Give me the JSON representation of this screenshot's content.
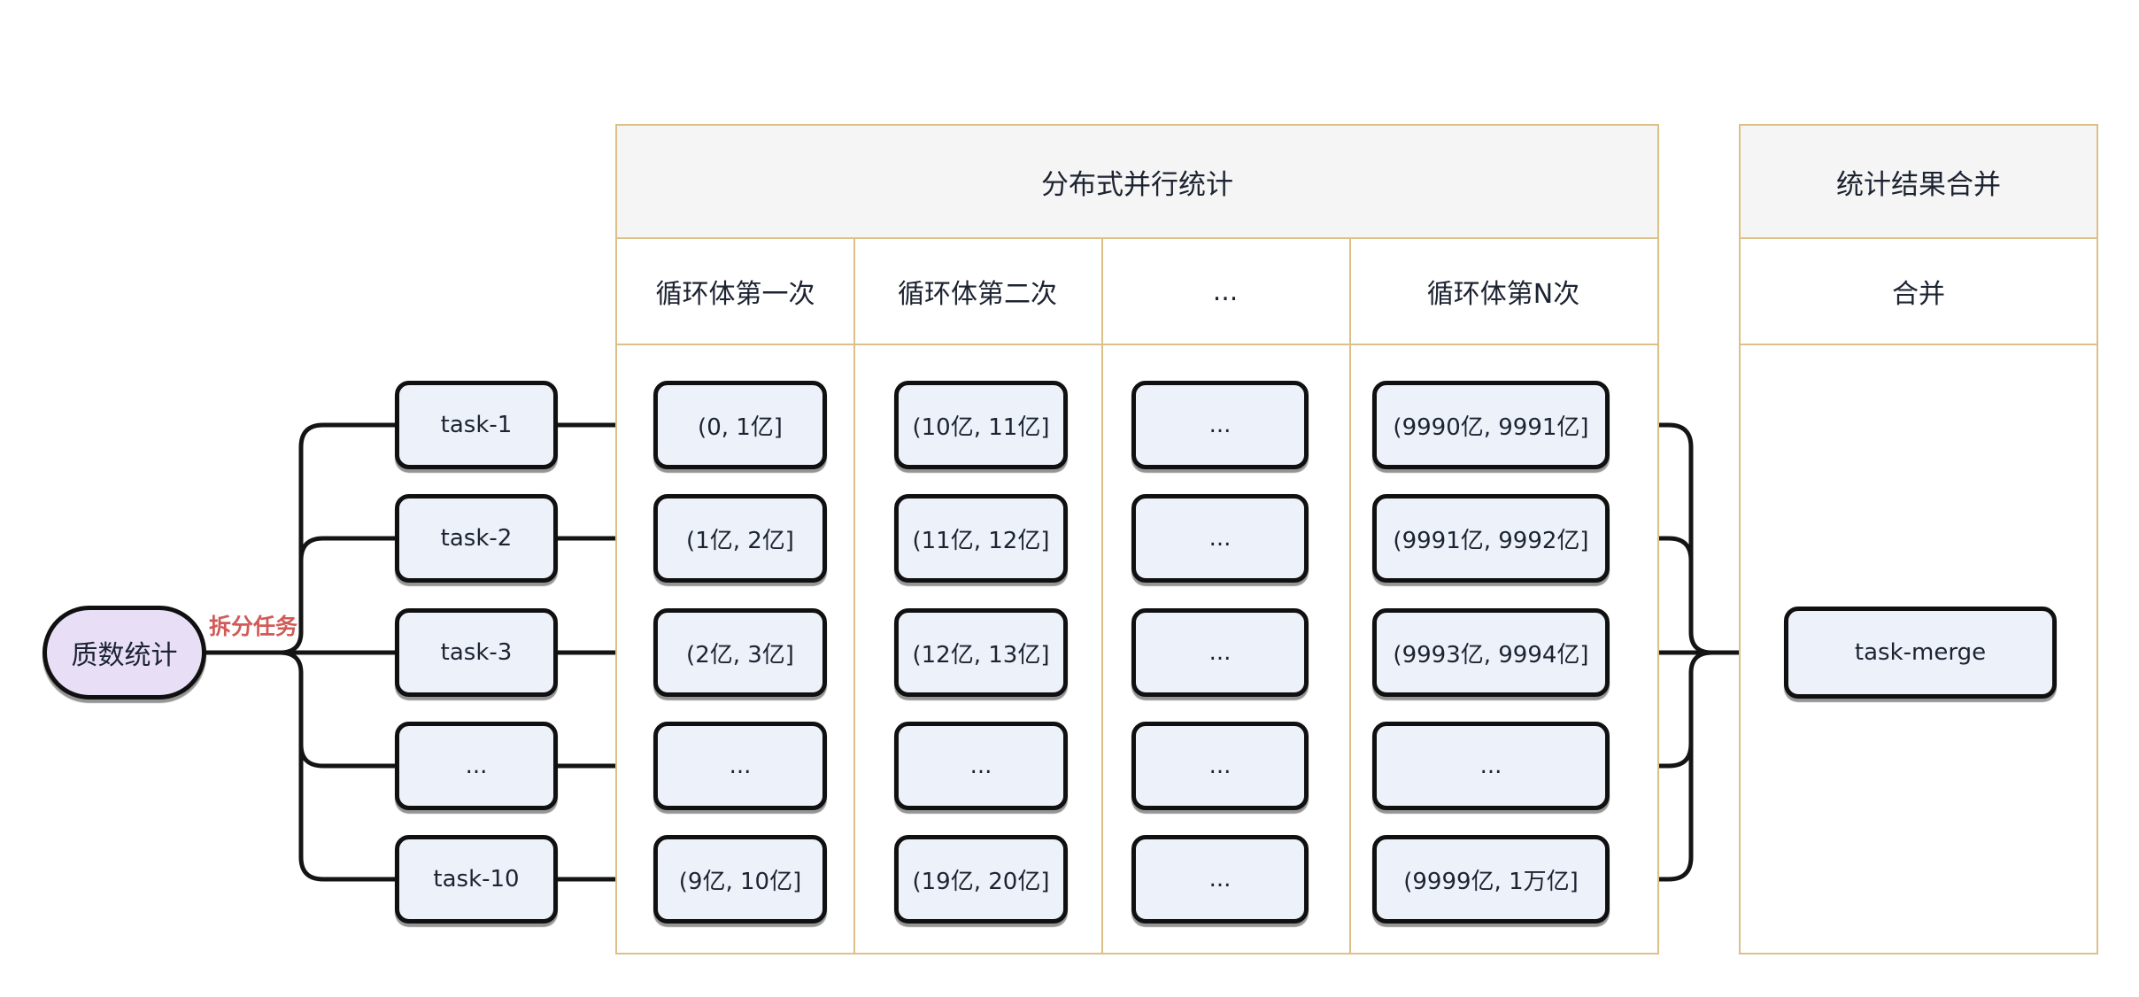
{
  "source_node": {
    "label": "质数统计"
  },
  "split_edge_label": "拆分任务",
  "panel_parallel": {
    "title": "分布式并行统计",
    "columns": [
      "循环体第一次",
      "循环体第二次",
      "...",
      "循环体第N次"
    ]
  },
  "panel_merge": {
    "title": "统计结果合并",
    "columns": [
      "合并"
    ]
  },
  "grid": {
    "rows": [
      {
        "task": "task-1",
        "cells": [
          "(0, 1亿]",
          "(10亿, 11亿]",
          "...",
          "(9990亿, 9991亿]"
        ]
      },
      {
        "task": "task-2",
        "cells": [
          "(1亿, 2亿]",
          "(11亿, 12亿]",
          "...",
          "(9991亿, 9992亿]"
        ]
      },
      {
        "task": "task-3",
        "cells": [
          "(2亿, 3亿]",
          "(12亿, 13亿]",
          "...",
          "(9993亿, 9994亿]"
        ]
      },
      {
        "task": "...",
        "cells": [
          "...",
          "...",
          "...",
          "..."
        ]
      },
      {
        "task": "task-10",
        "cells": [
          "(9亿, 10亿]",
          "(19亿, 20亿]",
          "...",
          "(9999亿, 1万亿]"
        ]
      }
    ]
  },
  "merge_node": {
    "label": "task-merge"
  },
  "colors": {
    "panel_border": "#dcc088",
    "panel_header_bg": "#f5f5f5",
    "node_fill": "#edf1fa",
    "node_border": "#101010",
    "stadium_fill": "#e8dff7",
    "edge_stroke": "#141414",
    "edge_label_color": "#d15b58",
    "text_color": "#1c2331"
  }
}
